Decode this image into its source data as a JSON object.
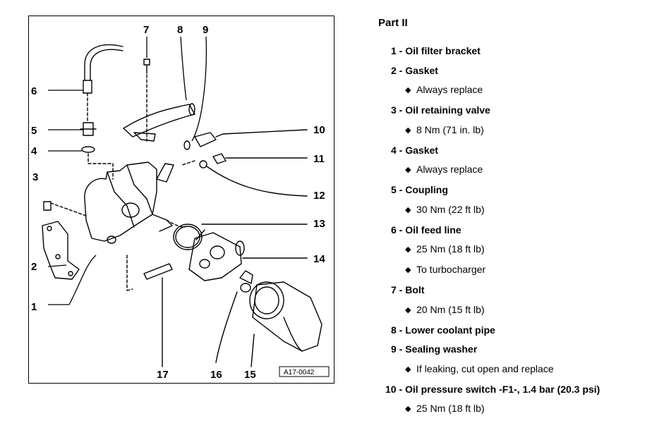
{
  "figure": {
    "id_label": "A17-0042",
    "callouts": [
      "1",
      "2",
      "3",
      "4",
      "5",
      "6",
      "7",
      "8",
      "9",
      "10",
      "11",
      "12",
      "13",
      "14",
      "15",
      "16",
      "17"
    ]
  },
  "parts_list": {
    "title": "Part II",
    "items": [
      {
        "label": "1 - Oil filter bracket",
        "notes": []
      },
      {
        "label": "2 - Gasket",
        "notes": [
          "Always replace"
        ]
      },
      {
        "label": "3 - Oil retaining valve",
        "notes": [
          "8 Nm (71 in. lb)"
        ]
      },
      {
        "label": "4 - Gasket",
        "notes": [
          "Always replace"
        ]
      },
      {
        "label": "5 - Coupling",
        "notes": [
          "30 Nm (22 ft lb)"
        ]
      },
      {
        "label": "6 - Oil feed line",
        "notes": [
          "25 Nm (18 ft lb)",
          "To turbocharger"
        ]
      },
      {
        "label": "7 - Bolt",
        "notes": [
          "20 Nm (15 ft lb)"
        ]
      },
      {
        "label": "8 - Lower coolant pipe",
        "notes": []
      },
      {
        "label": "9 - Sealing washer",
        "notes": [
          "If leaking, cut open and replace"
        ]
      },
      {
        "label": "10 - Oil pressure switch -F1-, 1.4 bar (20.3 psi)",
        "notes": [
          "25 Nm (18 ft lb)"
        ]
      }
    ]
  }
}
